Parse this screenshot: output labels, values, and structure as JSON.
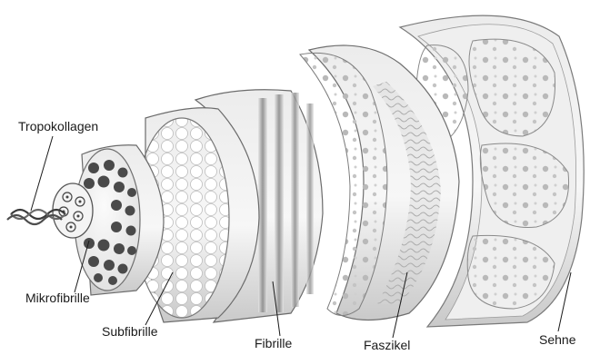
{
  "diagram": {
    "labels": {
      "tropokollagen": "Tropokollagen",
      "mikrofibrille": "Mikrofibrille",
      "subfibrille": "Subfibrille",
      "fibrille": "Fibrille",
      "faszikel": "Faszikel",
      "sehne": "Sehne"
    }
  }
}
